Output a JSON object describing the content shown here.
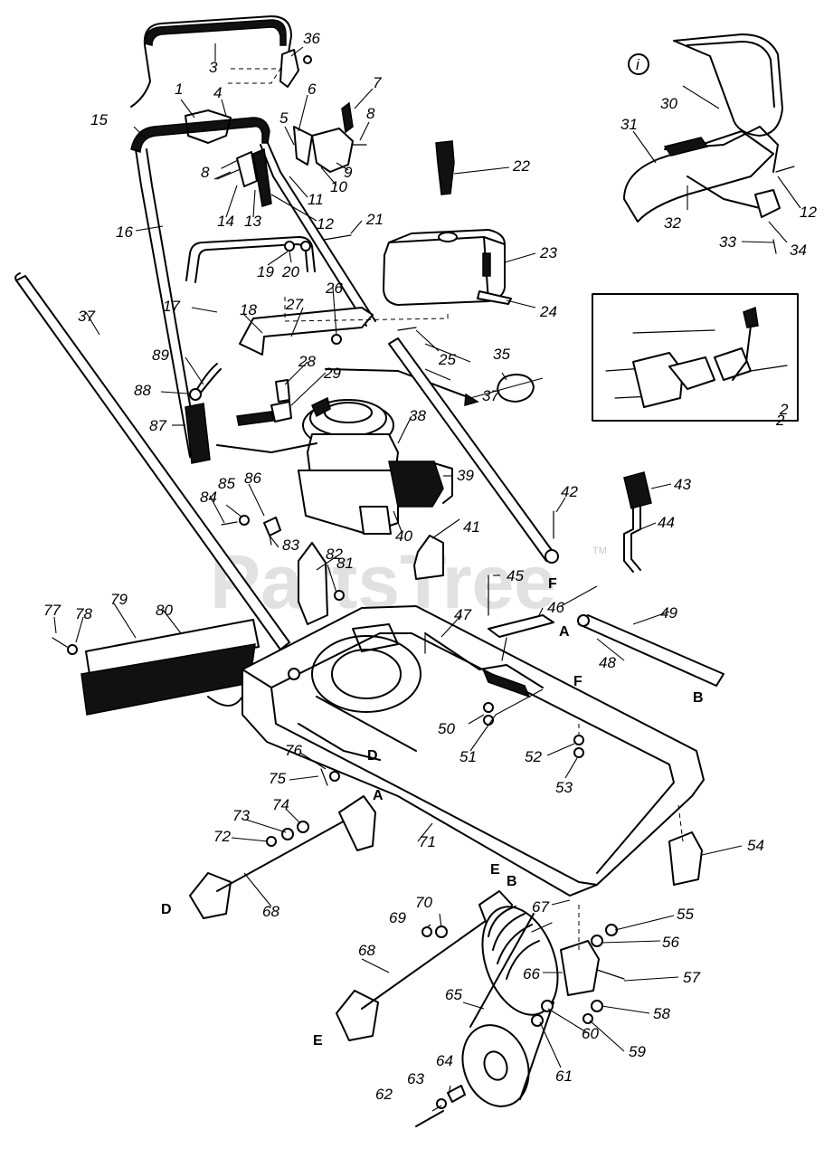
{
  "watermark": {
    "text": "PartsTree",
    "tm": "TM"
  },
  "insets": [
    {
      "id": "inset-1",
      "marker": "i"
    },
    {
      "id": "inset-2",
      "marker": "2"
    }
  ],
  "callouts": [
    "1",
    "2",
    "3",
    "4",
    "5",
    "6",
    "7",
    "8",
    "9",
    "10",
    "11",
    "12",
    "13",
    "14",
    "15",
    "16",
    "17",
    "18",
    "19",
    "20",
    "21",
    "22",
    "23",
    "24",
    "25",
    "26",
    "27",
    "28",
    "29",
    "30",
    "31",
    "32",
    "33",
    "34",
    "35",
    "36",
    "37",
    "38",
    "39",
    "40",
    "41",
    "42",
    "43",
    "44",
    "45",
    "46",
    "47",
    "48",
    "49",
    "50",
    "51",
    "52",
    "53",
    "54",
    "55",
    "56",
    "57",
    "58",
    "59",
    "60",
    "61",
    "62",
    "63",
    "64",
    "65",
    "66",
    "67",
    "68",
    "69",
    "70",
    "71",
    "72",
    "73",
    "74",
    "75",
    "76",
    "77",
    "78",
    "79",
    "80",
    "81",
    "82",
    "83",
    "84",
    "85",
    "86",
    "87",
    "88",
    "89"
  ],
  "connection_letters": [
    "A",
    "B",
    "D",
    "E",
    "F"
  ]
}
